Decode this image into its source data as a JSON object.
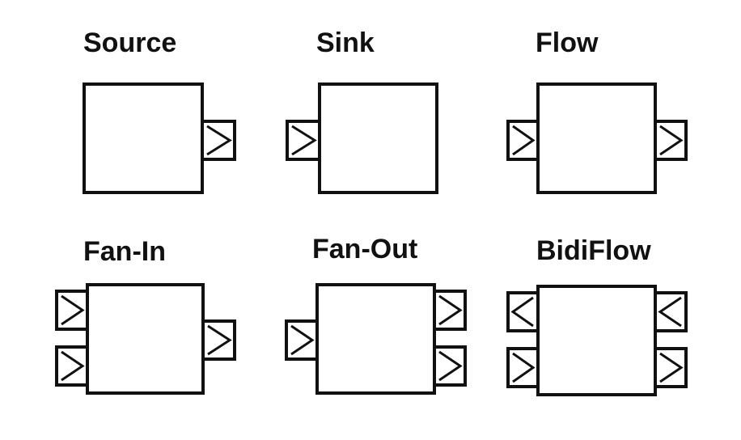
{
  "diagram": {
    "stroke_color": "#111111",
    "background": "#ffffff",
    "shapes": [
      {
        "id": "source",
        "label": "Source",
        "inlets": 0,
        "outlets": 1,
        "port_direction": "in-to-out"
      },
      {
        "id": "sink",
        "label": "Sink",
        "inlets": 1,
        "outlets": 0,
        "port_direction": "in-to-out"
      },
      {
        "id": "flow",
        "label": "Flow",
        "inlets": 1,
        "outlets": 1,
        "port_direction": "in-to-out"
      },
      {
        "id": "fan-in",
        "label": "Fan-In",
        "inlets": 2,
        "outlets": 1,
        "port_direction": "in-to-out"
      },
      {
        "id": "fan-out",
        "label": "Fan-Out",
        "inlets": 1,
        "outlets": 2,
        "port_direction": "in-to-out"
      },
      {
        "id": "bidiflow",
        "label": "BidiFlow",
        "inlets": 2,
        "outlets": 2,
        "port_direction": "bidirectional"
      }
    ]
  }
}
